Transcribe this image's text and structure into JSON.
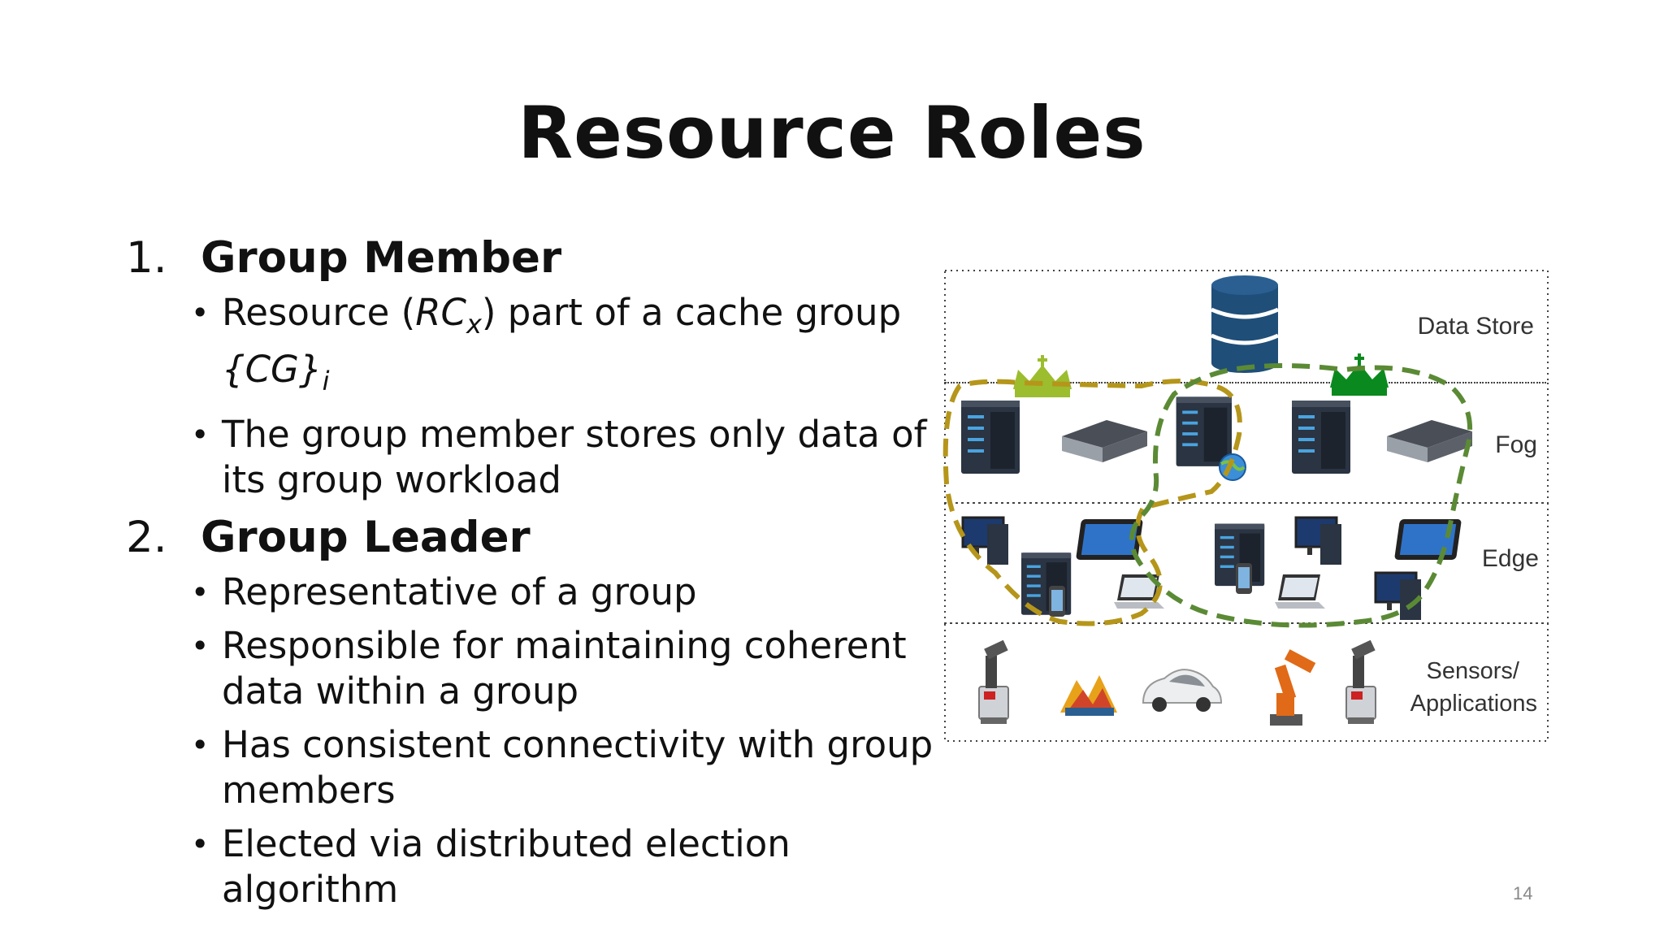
{
  "slide": {
    "title": "Resource Roles",
    "number": "14"
  },
  "sections": [
    {
      "num": "1.",
      "heading": "Group Member",
      "bullets": [
        {
          "pre": "Resource (",
          "rc": "RC",
          "rc_sub": "x",
          "mid": ") part of a cache group",
          "cg": "{CG}",
          "cg_sub": "i"
        },
        {
          "text": "The group member stores only data of its group workload"
        }
      ]
    },
    {
      "num": "2.",
      "heading": "Group Leader",
      "bullets": [
        {
          "text": "Representative of a group"
        },
        {
          "text": "Responsible for maintaining coherent data within a group"
        },
        {
          "text": "Has consistent connectivity with group members"
        },
        {
          "text": "Elected via distributed election algorithm"
        }
      ]
    }
  ],
  "diagram": {
    "layers": [
      "Data Store",
      "Fog",
      "Edge",
      "Sensors/",
      "Applications"
    ],
    "colors": {
      "group1": "#b5961a",
      "group2": "#5b8a35",
      "crown1": "#9bbd2e",
      "crown2": "#0a8a1e",
      "database": "#1f4e79"
    }
  }
}
